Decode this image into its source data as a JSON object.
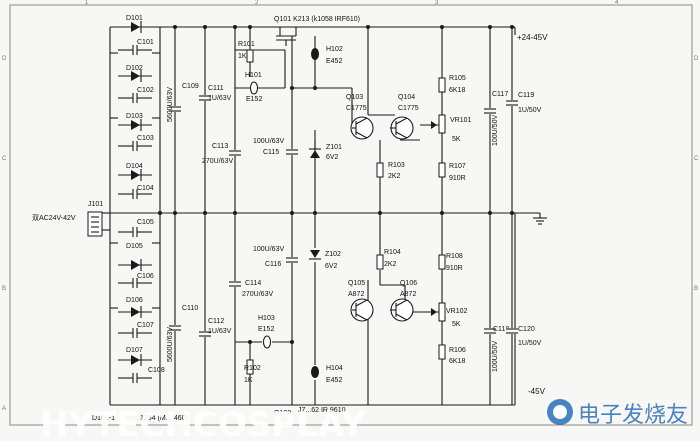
{
  "grid": {
    "cols": [
      "1",
      "2",
      "3",
      "4"
    ],
    "rows": [
      "D",
      "C",
      "B",
      "A"
    ]
  },
  "rails": {
    "pos": "+24-45V",
    "neg": "-45V"
  },
  "connector": {
    "ref": "J101",
    "label": "双AC24V-42V"
  },
  "top": {
    "transistor_title": "Q101   K213 (k1058  IRF610)",
    "diodes": [
      "D101",
      "D102",
      "D103",
      "D104"
    ],
    "caps": [
      "C101",
      "C102",
      "C103",
      "C104"
    ],
    "c109": [
      "C109",
      "5600U/63V"
    ],
    "c111": [
      "C111",
      "1U/63V"
    ],
    "c113": [
      "C113",
      "270U/63V"
    ],
    "r101": [
      "R101",
      "1K"
    ],
    "h101": [
      "H101",
      "E152"
    ],
    "h102": [
      "H102",
      "E452"
    ],
    "c115": [
      "100U/63V",
      "C115"
    ],
    "z101": [
      "Z101",
      "6V2"
    ],
    "q103": [
      "Q103",
      "C1775"
    ],
    "q104": [
      "Q104",
      "C1775"
    ],
    "r103": [
      "R103",
      "2K2"
    ],
    "r105": [
      "R105",
      "6K18"
    ],
    "vr101": [
      "VR101",
      "5K"
    ],
    "r107": [
      "R107",
      "910R"
    ],
    "c117": [
      "C117",
      "100U/50V"
    ],
    "c119": [
      "C119",
      "1U/50V"
    ]
  },
  "bottom": {
    "diodes": [
      "D105",
      "D106",
      "D107"
    ],
    "caps": [
      "C105",
      "C106",
      "C107",
      "C108"
    ],
    "c110": [
      "C110",
      "5600U/63V"
    ],
    "c112": [
      "C112",
      "1U/63V"
    ],
    "c114": [
      "C114",
      "270U/63V"
    ],
    "r102": [
      "R102",
      "1K"
    ],
    "h103": [
      "H103",
      "E152"
    ],
    "h104": [
      "H104",
      "E452"
    ],
    "c116": [
      "100U/63V",
      "C116"
    ],
    "z102": [
      "Z102",
      "6V2"
    ],
    "r104": [
      "R104",
      "2K2"
    ],
    "q105": [
      "Q105",
      "A872"
    ],
    "q106": [
      "Q106",
      "A872"
    ],
    "r108": [
      "R108",
      "910R"
    ],
    "vr102": [
      "VR102",
      "5K"
    ],
    "r106": [
      "R106",
      "6K18"
    ],
    "c118": [
      "C118",
      "100U/50V"
    ],
    "c120": [
      "C120",
      "1U/50V"
    ],
    "footer_left": "D101-1",
    "footer_part": "1754  (M...)460)",
    "footer_q": "Q102",
    "footer_q_part": "J7...62  IR  9610"
  },
  "watermark": {
    "text": "HYTECHCOSPLAY",
    "logo": "电子发烧友"
  }
}
